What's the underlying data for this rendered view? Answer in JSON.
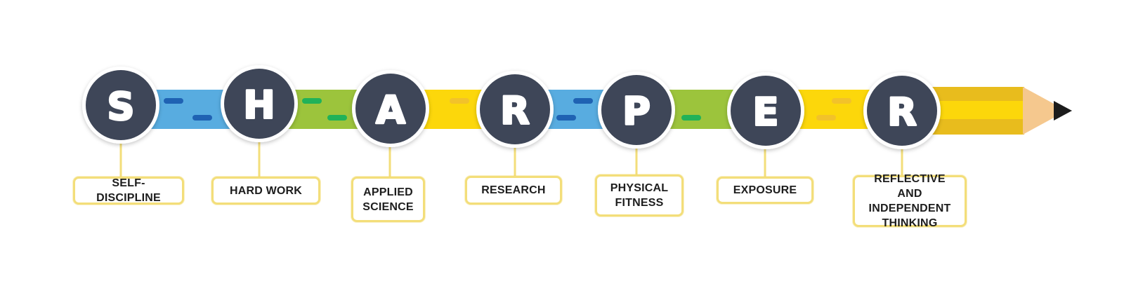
{
  "diagram": {
    "colors": {
      "blue_band": "#58ace0",
      "blue_dash": "#1f62b3",
      "green_band": "#9cc43c",
      "green_dash": "#20b259",
      "yellow_band": "#fcd70b",
      "yellow_dash": "#f2c22a",
      "circle_fill": "#3e4658",
      "circle_ring": "#ffffff",
      "connector": "#f3de7a",
      "label_border": "#f3de7a",
      "label_text": "#1d1d1d",
      "pencil_body": "#fcd70b",
      "pencil_shade": "#e8bc1d",
      "pencil_wood": "#f5c88e",
      "pencil_tip": "#1c1c1c"
    },
    "steps": [
      {
        "letter": "S",
        "label": "SELF-DISCIPLINE"
      },
      {
        "letter": "H",
        "label": "HARD WORK"
      },
      {
        "letter": "A",
        "label": "APPLIED\nSCIENCE"
      },
      {
        "letter": "R",
        "label": "RESEARCH"
      },
      {
        "letter": "P",
        "label": "PHYSICAL\nFITNESS"
      },
      {
        "letter": "E",
        "label": "EXPOSURE"
      },
      {
        "letter": "R",
        "label": "REFLECTIVE AND\nINDEPENDENT\nTHINKING"
      }
    ]
  }
}
